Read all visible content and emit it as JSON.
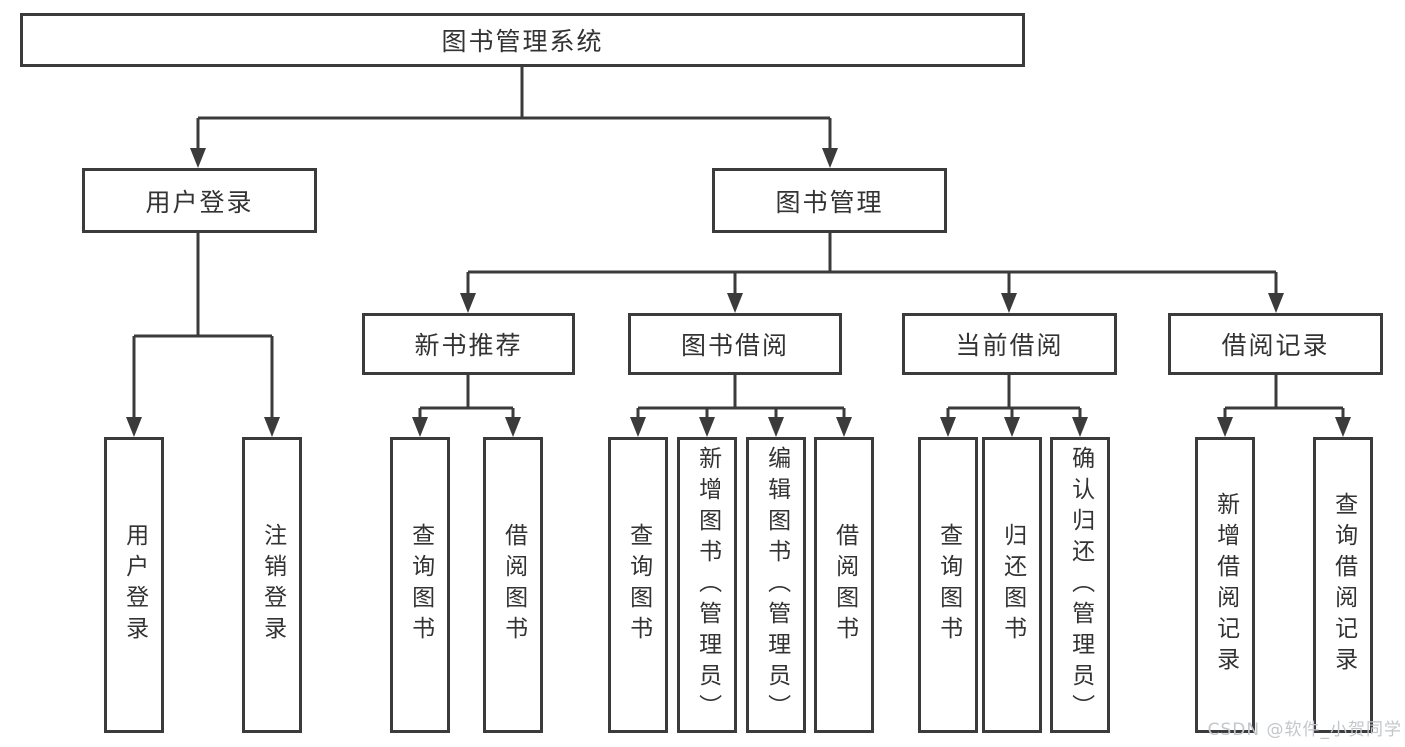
{
  "diagram": {
    "title": "图书管理系统",
    "branches": {
      "user": {
        "label": "用户登录",
        "leaves": [
          "用户登录",
          "注销登录"
        ]
      },
      "book": {
        "label": "图书管理",
        "sections": [
          {
            "label": "新书推荐",
            "leaves": [
              "查询图书",
              "借阅图书"
            ]
          },
          {
            "label": "图书借阅",
            "leaves": [
              "查询图书",
              "新增图书（管理员）",
              "编辑图书（管理员）",
              "借阅图书"
            ]
          },
          {
            "label": "当前借阅",
            "leaves": [
              "查询图书",
              "归还图书",
              "确认归还（管理员）"
            ]
          },
          {
            "label": "借阅记录",
            "leaves": [
              "新增借阅记录",
              "查询借阅记录"
            ]
          }
        ]
      }
    }
  },
  "watermark": "CSDN @软件_小贺同学",
  "colors": {
    "line": "#3b3b3b",
    "box_border": "#3b3b3b",
    "box_background": "#ffffff",
    "text": "#333333",
    "watermark_text": "#c3c6ca",
    "background": "#ffffff"
  }
}
